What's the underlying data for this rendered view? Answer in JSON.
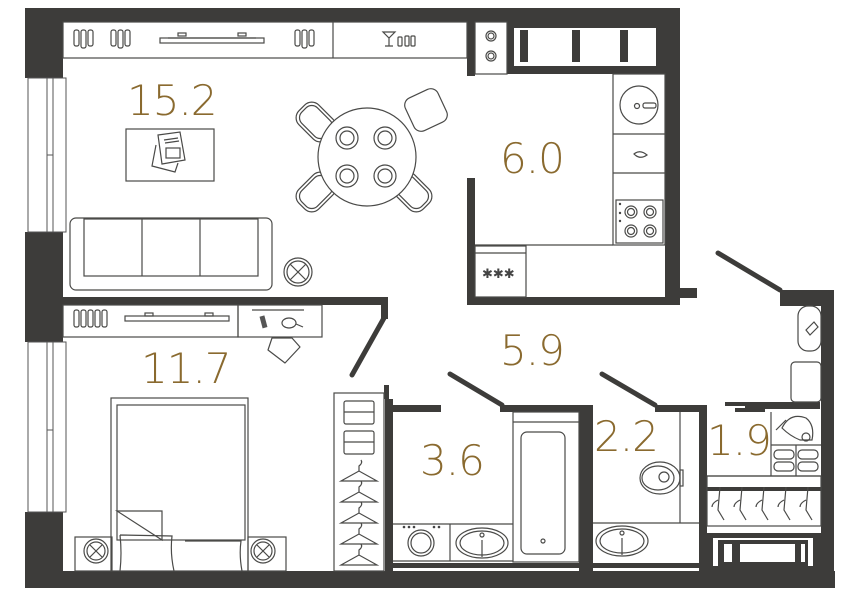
{
  "plan": {
    "type": "apartment-floor-plan",
    "unit": "m²",
    "accent_color": "#8a6a2f",
    "wall_color": "#3d3c3a",
    "rooms": [
      {
        "id": "living",
        "name": "living-room",
        "area": "15.2"
      },
      {
        "id": "kitchen",
        "name": "kitchen",
        "area": "6.0"
      },
      {
        "id": "bedroom",
        "name": "bedroom",
        "area": "11.7"
      },
      {
        "id": "hall",
        "name": "hallway",
        "area": "5.9"
      },
      {
        "id": "bath",
        "name": "bathroom",
        "area": "3.6"
      },
      {
        "id": "wc",
        "name": "toilet",
        "area": "2.2"
      },
      {
        "id": "storage",
        "name": "storage-closet",
        "area": "1.9"
      }
    ]
  }
}
